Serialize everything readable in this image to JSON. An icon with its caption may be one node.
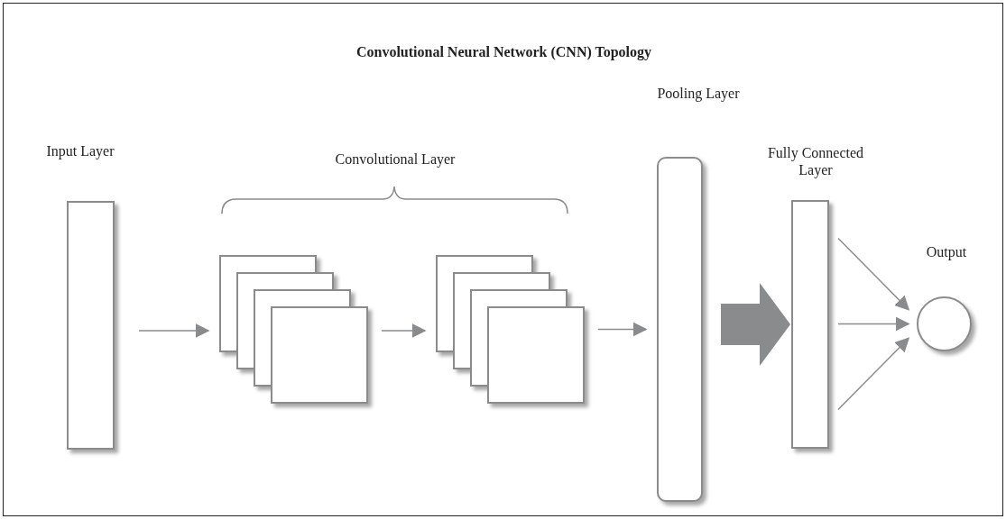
{
  "diagram": {
    "title": "Convolutional Neural Network (CNN) Topology",
    "nodes": [
      {
        "text": [
          "Input Layer"
        ]
      },
      {
        "text": [],
        "shape": "stack"
      },
      {
        "text": [],
        "shape": "stack"
      },
      {
        "text": [
          "Pooling Layer"
        ]
      },
      {
        "text": [
          "Fully Connected Layer"
        ]
      },
      {
        "text": [
          "Output"
        ]
      }
    ],
    "edges": [
      {
        "from": 0,
        "to": 1,
        "arrow": "to"
      },
      {
        "from": 1,
        "to": 2,
        "arrow": "to"
      },
      {
        "from": 2,
        "to": 3,
        "arrow": "to"
      },
      {
        "from": 3,
        "to": 4,
        "arrow": "to",
        "style": "thick"
      },
      {
        "from": 4,
        "to": 5,
        "arrow": "to"
      },
      {
        "from": 4,
        "to": 5,
        "arrow": "to"
      },
      {
        "from": 4,
        "to": 5,
        "arrow": "to"
      }
    ],
    "labels": [
      "Convolutional Layer"
    ]
  }
}
